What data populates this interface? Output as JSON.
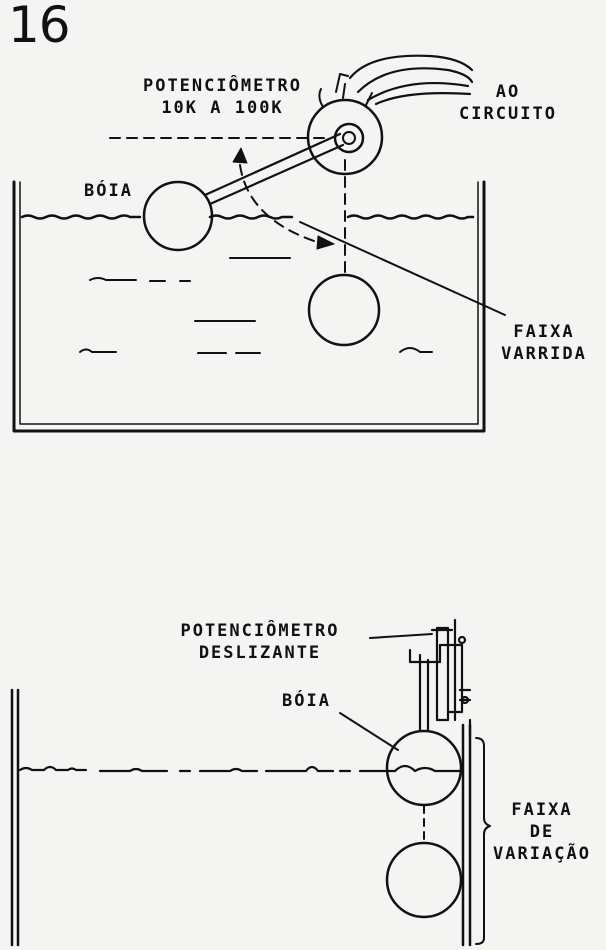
{
  "figure": {
    "number": "16"
  },
  "top_diagram": {
    "pot_label_line1": "POTENCIÔMETRO",
    "pot_label_line2": "10K A 100K",
    "ao_line1": "AO",
    "ao_line2": "CIRCUITO",
    "boia": "BÓIA",
    "faixa_line1": "FAIXA",
    "faixa_line2": "VARRIDA"
  },
  "bottom_diagram": {
    "pot_label_line1": "POTENCIÔMETRO",
    "pot_label_line2": "DESLIZANTE",
    "boia": "BÓIA",
    "faixa_line1": "FAIXA",
    "faixa_line2": "DE",
    "faixa_line3": "VARIAÇÃO"
  }
}
